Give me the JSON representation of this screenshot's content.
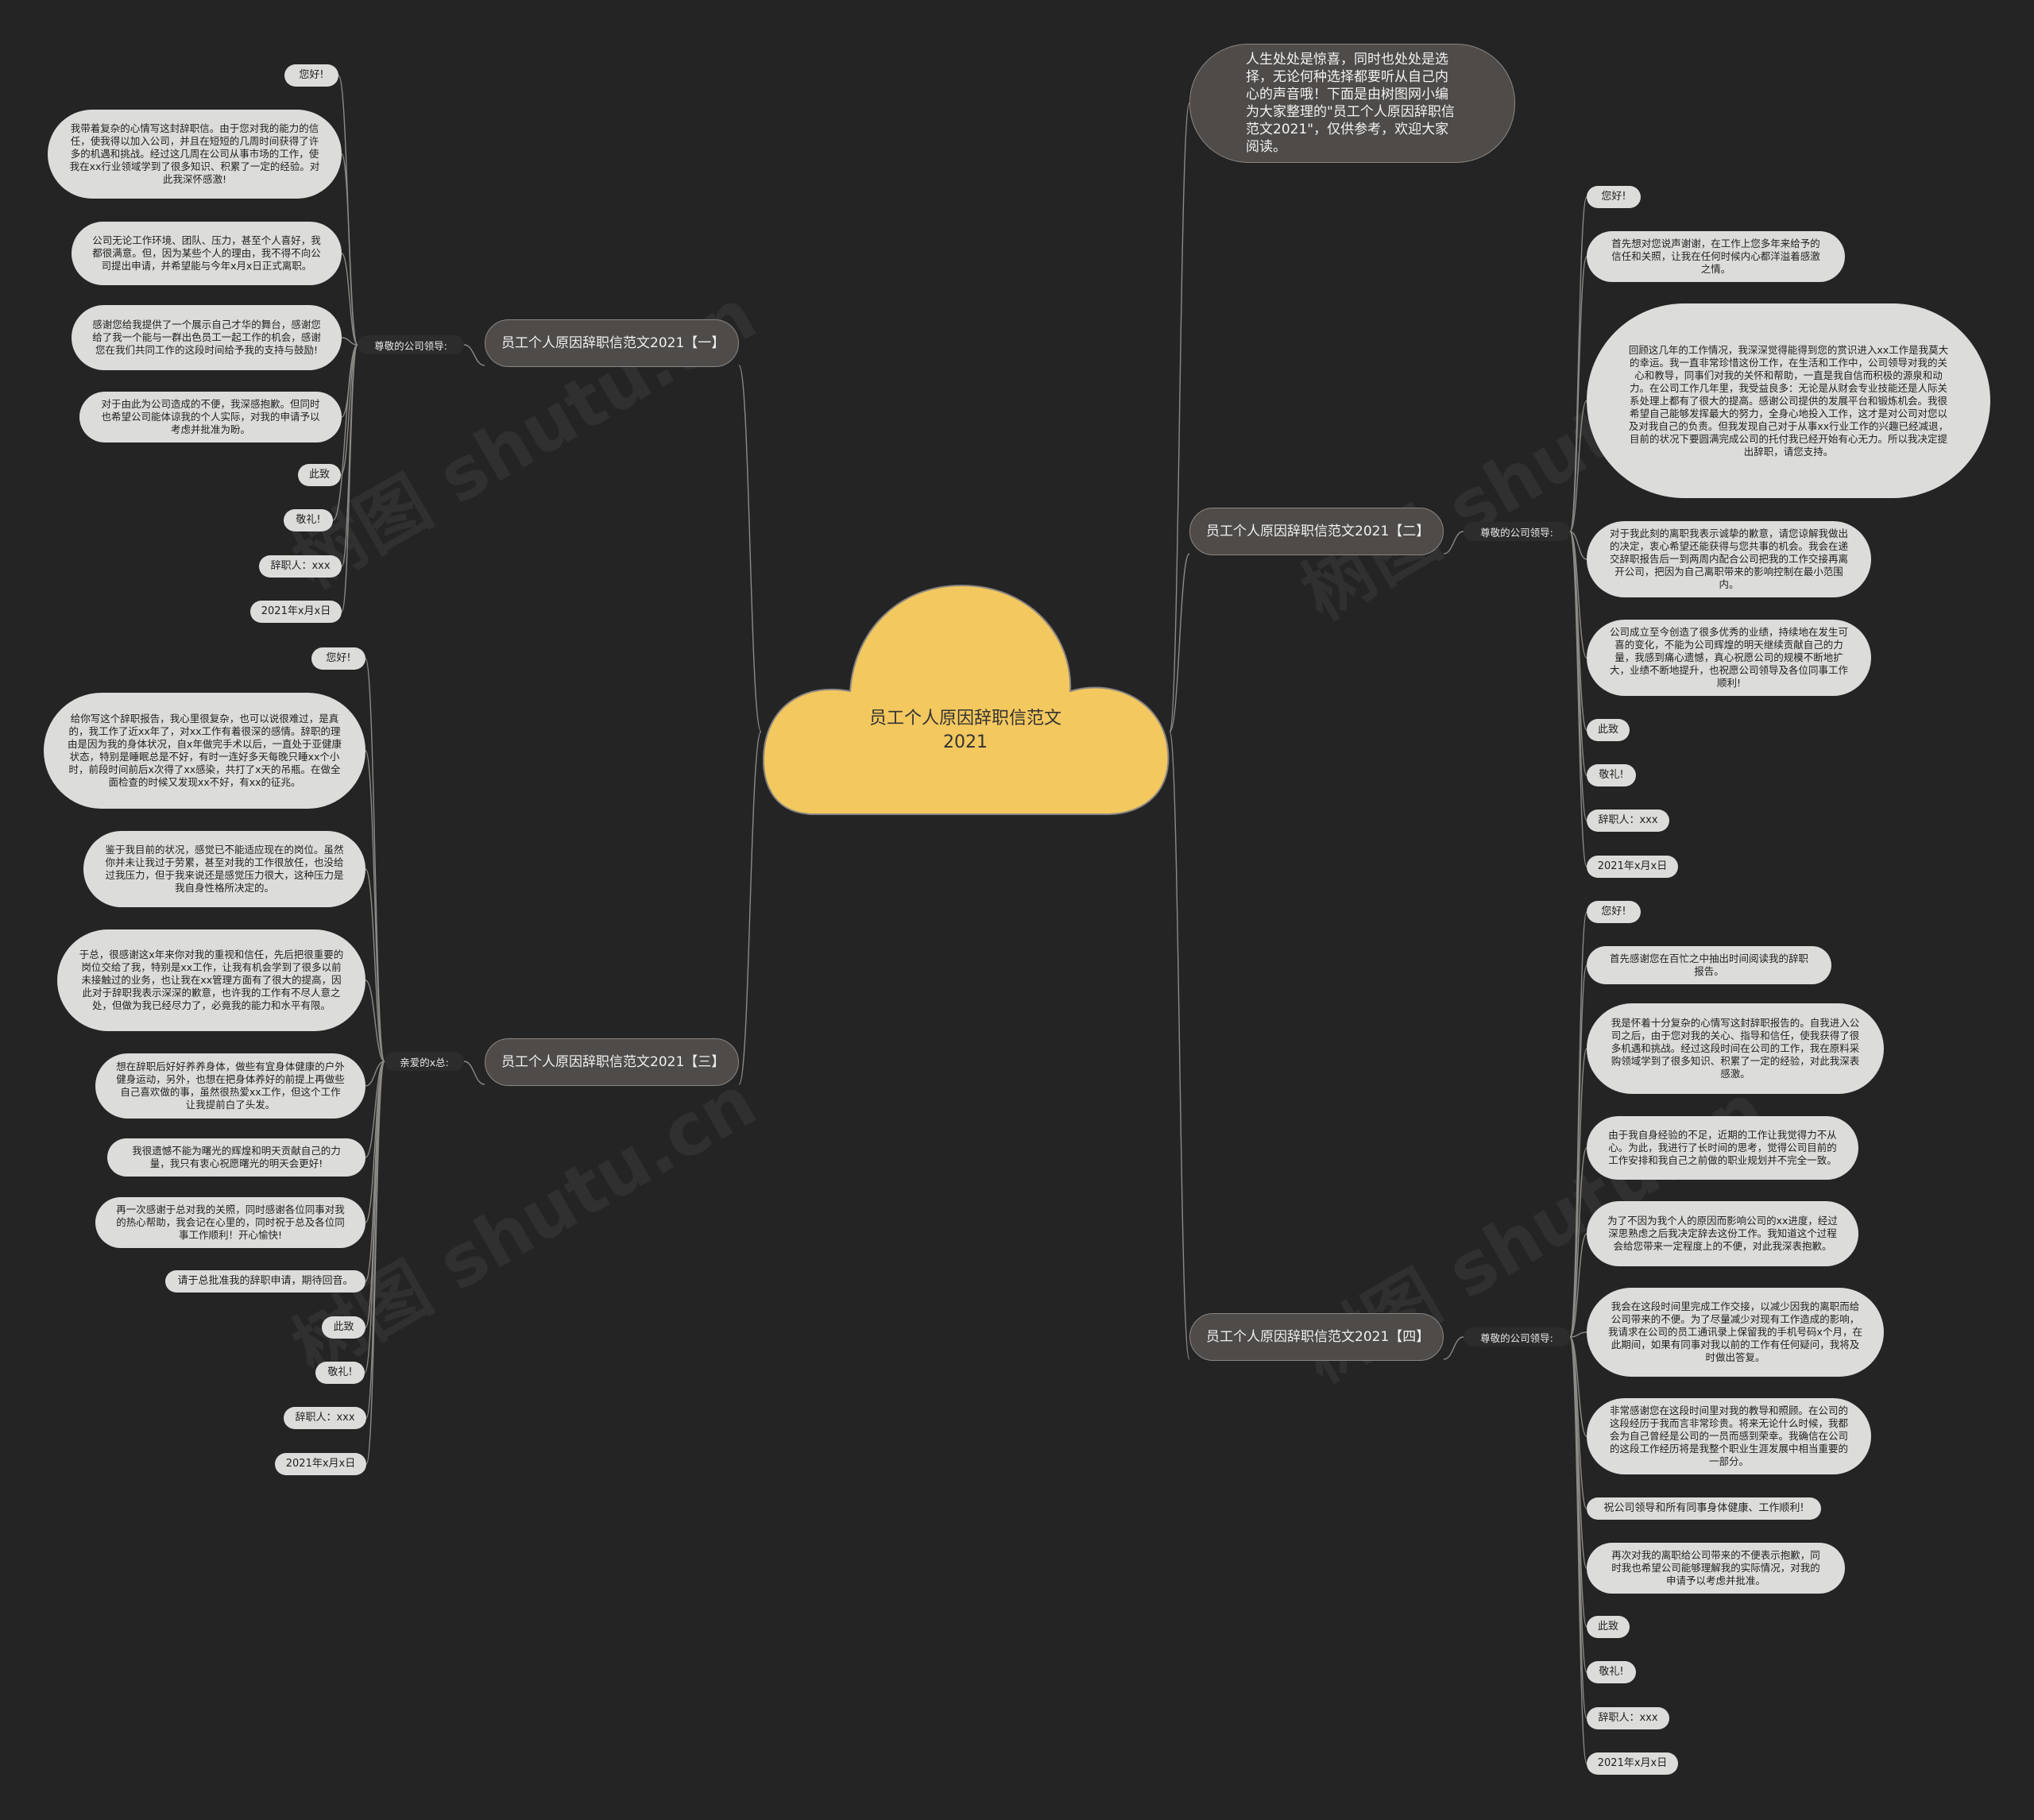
{
  "center": {
    "title": "员工个人原因辞职信范文2021"
  },
  "intro": "人生处处是惊喜，同时也处处是选择，无论何种选择都要听从自己内心的声音哦！下面是由树图网小编为大家整理的\"员工个人原因辞职信范文2021\"，仅供参考，欢迎大家阅读。",
  "watermark": "树图 shutu.cn",
  "branches": {
    "b1": {
      "title": "员工个人原因辞职信范文2021【一】",
      "label": "尊敬的公司领导:",
      "items": [
        "您好!",
        "我带着复杂的心情写这封辞职信。由于您对我的能力的信任，使我得以加入公司，并且在短短的几周时间获得了许多的机遇和挑战。经过这几周在公司从事市场的工作，使我在xx行业领域学到了很多知识、积累了一定的经验。对此我深怀感激!",
        "公司无论工作环境、团队、压力，甚至个人喜好，我都很满意。但，因为某些个人的理由，我不得不向公司提出申请，并希望能与今年x月x日正式离职。",
        "感谢您给我提供了一个展示自己才华的舞台，感谢您给了我一个能与一群出色员工一起工作的机会，感谢您在我们共同工作的这段时间给予我的支持与鼓励!",
        "对于由此为公司造成的不便，我深感抱歉。但同时也希望公司能体谅我的个人实际，对我的申请予以考虑并批准为盼。",
        "此致",
        "敬礼!",
        "辞职人：xxx",
        "2021年x月x日"
      ]
    },
    "b2": {
      "title": "员工个人原因辞职信范文2021【二】",
      "label": "尊敬的公司领导:",
      "items": [
        "您好!",
        "首先想对您说声谢谢，在工作上您多年来给予的信任和关照，让我在任何时候内心都洋溢着感激之情。",
        "回顾这几年的工作情况，我深深觉得能得到您的赏识进入xx工作是我莫大的幸运。我一直非常珍惜这份工作，在生活和工作中，公司领导对我的关心和教导，同事们对我的关怀和帮助，一直是我自信而积极的源泉和动力。在公司工作几年里，我受益良多：无论是从财会专业技能还是人际关系处理上都有了很大的提高。感谢公司提供的发展平台和锻炼机会。我很希望自己能够发挥最大的努力，全身心地投入工作，这才是对公司对您以及对我自己的负责。但我发现自己对于从事xx行业工作的兴趣已经减退，目前的状况下要圆满完成公司的托付我已经开始有心无力。所以我决定提出辞职，请您支持。",
        "对于我此刻的离职我表示诚挚的歉意，请您谅解我做出的决定，衷心希望还能获得与您共事的机会。我会在递交辞职报告后一到两周内配合公司把我的工作交接再离开公司，把因为自己离职带来的影响控制在最小范围内。",
        "公司成立至今创造了很多优秀的业绩，持续地在发生可喜的变化，不能为公司辉煌的明天继续贡献自己的力量，我感到痛心遗憾，真心祝愿公司的规模不断地扩大，业绩不断地提升，也祝愿公司领导及各位同事工作顺利!",
        "此致",
        "敬礼!",
        "辞职人：xxx",
        "2021年x月x日"
      ]
    },
    "b3": {
      "title": "员工个人原因辞职信范文2021【三】",
      "label": "亲爱的x总:",
      "items": [
        "您好!",
        "给你写这个辞职报告，我心里很复杂，也可以说很难过，是真的，我工作了近xx年了，对xx工作有着很深的感情。辞职的理由是因为我的身体状况，自x年做完手术以后，一直处于亚健康状态，特别是睡眠总是不好，有时一连好多天每晚只睡xx个小时，前段时间前后x次得了xx感染，共打了x天的吊瓶。在做全面检查的时候又发现xx不好，有xx的征兆。",
        "鉴于我目前的状况，感觉已不能适应现在的岗位。虽然你并未让我过于劳累，甚至对我的工作很放任，也没给过我压力，但于我来说还是感觉压力很大，这种压力是我自身性格所决定的。",
        "于总，很感谢这x年来你对我的重视和信任，先后把很重要的岗位交给了我，特别是xx工作，让我有机会学到了很多以前未接触过的业务，也让我在xx管理方面有了很大的提高，因此对于辞职我表示深深的歉意，也许我的工作有不尽人意之处，但做为我已经尽力了，必竟我的能力和水平有限。",
        "想在辞职后好好养养身体，做些有宜身体健康的户外健身运动，另外，也想在把身体养好的前提上再做些自己喜欢做的事，虽然很热爱xx工作，但这个工作让我提前白了头发。",
        "我很遗憾不能为曙光的辉煌和明天贡献自己的力量，我只有衷心祝愿曙光的明天会更好!",
        "再一次感谢于总对我的关照，同时感谢各位同事对我的热心帮助，我会记在心里的，同时祝于总及各位同事工作顺利！开心愉快!",
        "请于总批准我的辞职申请，期待回音。",
        "此致",
        "敬礼!",
        "辞职人：xxx",
        "2021年x月x日"
      ]
    },
    "b4": {
      "title": "员工个人原因辞职信范文2021【四】",
      "label": "尊敬的公司领导:",
      "items": [
        "您好!",
        "首先感谢您在百忙之中抽出时间阅读我的辞职报告。",
        "我是怀着十分复杂的心情写这封辞职报告的。自我进入公司之后，由于您对我的关心、指导和信任，使我获得了很多机遇和挑战。经过这段时间在公司的工作，我在原料采购领域学到了很多知识、积累了一定的经验，对此我深表感激。",
        "由于我自身经验的不足，近期的工作让我觉得力不从心。为此，我进行了长时间的思考，觉得公司目前的工作安排和我自己之前做的职业规划并不完全一致。",
        "为了不因为我个人的原因而影响公司的xx进度，经过深思熟虑之后我决定辞去这份工作。我知道这个过程会给您带来一定程度上的不便，对此我深表抱歉。",
        "我会在这段时间里完成工作交接，以减少因我的离职而给公司带来的不便。为了尽量减少对现有工作造成的影响，我请求在公司的员工通讯录上保留我的手机号码x个月，在此期间，如果有同事对我以前的工作有任何疑问，我将及时做出答复。",
        "非常感谢您在这段时间里对我的教导和照顾。在公司的这段经历于我而言非常珍贵。将来无论什么时候，我都会为自己曾经是公司的一员而感到荣幸。我确信在公司的这段工作经历将是我整个职业生涯发展中相当重要的一部分。",
        "祝公司领导和所有同事身体健康、工作顺利!",
        "再次对我的离职给公司带来的不便表示抱歉，同时我也希望公司能够理解我的实际情况，对我的申请予以考虑并批准。",
        "此致",
        "敬礼!",
        "辞职人：xxx",
        "2021年x月x日"
      ]
    }
  }
}
